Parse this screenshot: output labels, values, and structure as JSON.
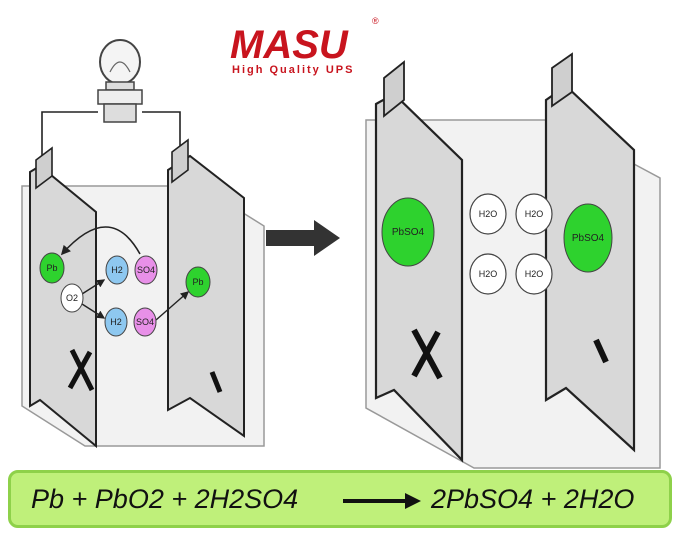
{
  "logo": {
    "brand": "MASU",
    "registered": "®",
    "tagline": "High Quality UPS"
  },
  "left_cell": {
    "molecules": {
      "pb_left": "Pb",
      "h2_top": "H2",
      "so4_top": "SO4",
      "o2": "O2",
      "h2_bottom": "H2",
      "so4_bottom": "SO4",
      "pb_right": "Pb"
    }
  },
  "right_cell": {
    "molecules": {
      "pbso4_left": "PbSO4",
      "h2o_1": "H2O",
      "h2o_2": "H2O",
      "h2o_3": "H2O",
      "h2o_4": "H2O",
      "pbso4_right": "PbSO4"
    }
  },
  "equation": {
    "reactants": "Pb + PbO2 + 2H2SO4",
    "products": "2PbSO4 + 2H2O"
  },
  "colors": {
    "brand_red": "#c8141e",
    "pb_green": "#2ed22e",
    "h2_blue": "#8ec8f0",
    "so4_magenta": "#e890e8",
    "equation_bg": "#bff07a",
    "plate_gray": "#d8d8d8"
  }
}
